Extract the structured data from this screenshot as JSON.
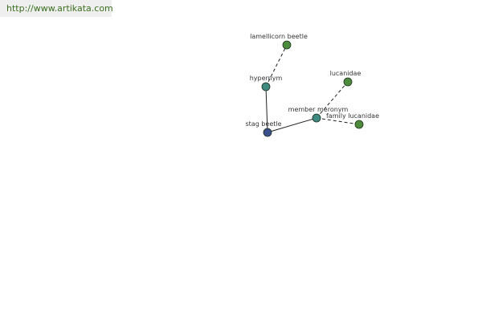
{
  "site": {
    "link_text": "http://www.artikata.com"
  },
  "colors": {
    "center": "#3b4f8c",
    "relation": "#3f8a80",
    "leaf": "#4c8a3c",
    "stroke": "#1f2f1f",
    "link_text": "#3a6e1e"
  },
  "graph": {
    "nodes": [
      {
        "id": "stag-beetle",
        "label": "stag beetle",
        "kind": "center"
      },
      {
        "id": "hypernym",
        "label": "hypernym",
        "kind": "relation"
      },
      {
        "id": "lamellicorn-beetle",
        "label": "lamellicorn beetle",
        "kind": "leaf"
      },
      {
        "id": "member-meronym",
        "label": "member meronym",
        "kind": "relation"
      },
      {
        "id": "lucanidae",
        "label": "lucanidae",
        "kind": "leaf"
      },
      {
        "id": "family-lucanidae",
        "label": "family lucanidae",
        "kind": "leaf"
      }
    ],
    "edges": [
      {
        "from": "stag-beetle",
        "to": "hypernym",
        "style": "solid"
      },
      {
        "from": "hypernym",
        "to": "lamellicorn-beetle",
        "style": "dashed"
      },
      {
        "from": "stag-beetle",
        "to": "member-meronym",
        "style": "solid"
      },
      {
        "from": "member-meronym",
        "to": "lucanidae",
        "style": "dashed"
      },
      {
        "from": "member-meronym",
        "to": "family-lucanidae",
        "style": "dashed"
      }
    ]
  }
}
